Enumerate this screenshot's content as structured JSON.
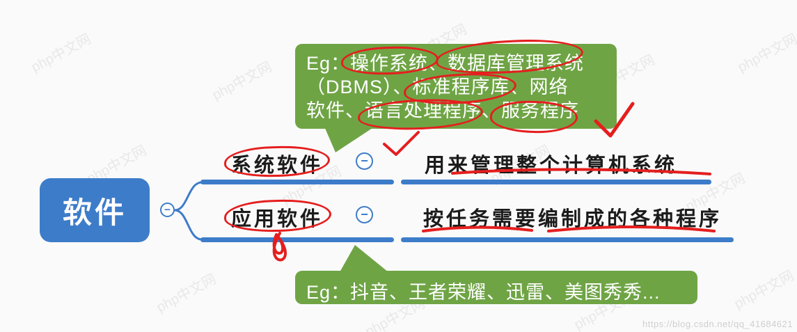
{
  "mindmap": {
    "root": {
      "label": "软件"
    },
    "collapse_symbol": "−",
    "branches": [
      {
        "label": "系统软件",
        "description": "用来管理整个计算机系统"
      },
      {
        "label": "应用软件",
        "description": "按任务需要编制成的各种程序"
      }
    ]
  },
  "callouts": {
    "system": {
      "lines": [
        "Eg：操作系统、数据库管理系统",
        "（DBMS）、标准程序库、网络",
        "软件、语言处理程序、服务程序"
      ]
    },
    "application": {
      "text": "Eg：抖音、王者荣耀、迅雷、美图秀秀..."
    }
  },
  "watermark": {
    "text": "php中文网"
  },
  "footer": {
    "url": "https://blog.csdn.net/qq_41684621"
  },
  "colors": {
    "node_blue": "#3d7cc9",
    "callout_green": "#6fa445",
    "annotation_red": "#e51e1e",
    "text_dark": "#1b1b1b",
    "watermark_gray": "#9a9a9a"
  }
}
